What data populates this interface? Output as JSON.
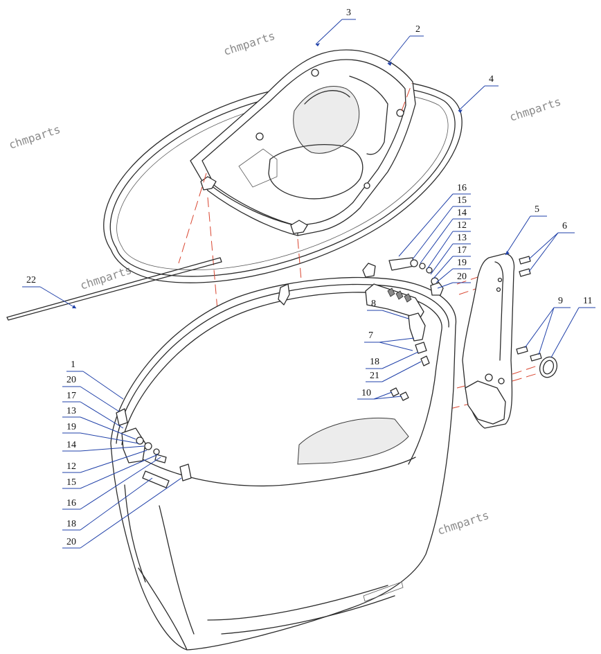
{
  "watermark": "chmparts",
  "callouts": [
    {
      "id": "c3",
      "text": "3"
    },
    {
      "id": "c2",
      "text": "2"
    },
    {
      "id": "c4",
      "text": "4"
    },
    {
      "id": "c16a",
      "text": "16"
    },
    {
      "id": "c15a",
      "text": "15"
    },
    {
      "id": "c14a",
      "text": "14"
    },
    {
      "id": "c12a",
      "text": "12"
    },
    {
      "id": "c13a",
      "text": "13"
    },
    {
      "id": "c17a",
      "text": "17"
    },
    {
      "id": "c19a",
      "text": "19"
    },
    {
      "id": "c20a",
      "text": "20"
    },
    {
      "id": "c5",
      "text": "5"
    },
    {
      "id": "c6",
      "text": "6"
    },
    {
      "id": "c9",
      "text": "9"
    },
    {
      "id": "c11",
      "text": "11"
    },
    {
      "id": "c22",
      "text": "22"
    },
    {
      "id": "c8",
      "text": "8"
    },
    {
      "id": "c7",
      "text": "7"
    },
    {
      "id": "c18a",
      "text": "18"
    },
    {
      "id": "c21",
      "text": "21"
    },
    {
      "id": "c10",
      "text": "10"
    },
    {
      "id": "c1",
      "text": "1"
    },
    {
      "id": "c20b",
      "text": "20"
    },
    {
      "id": "c17b",
      "text": "17"
    },
    {
      "id": "c13b",
      "text": "13"
    },
    {
      "id": "c19b",
      "text": "19"
    },
    {
      "id": "c14b",
      "text": "14"
    },
    {
      "id": "c12b",
      "text": "12"
    },
    {
      "id": "c15b",
      "text": "15"
    },
    {
      "id": "c16b",
      "text": "16"
    },
    {
      "id": "c18b",
      "text": "18"
    },
    {
      "id": "c20c",
      "text": "20"
    }
  ],
  "colors": {
    "leader": "#1e3fa8",
    "explode_line": "#d9442e",
    "line": "#2b2b2b"
  }
}
